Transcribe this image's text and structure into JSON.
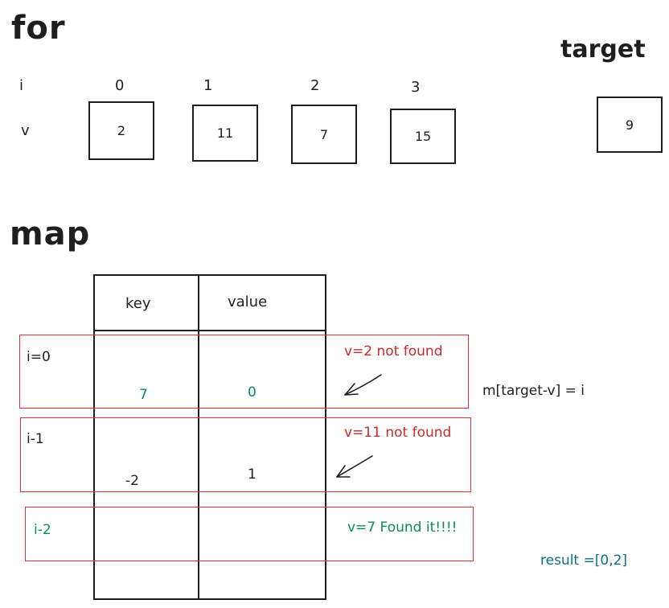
{
  "titles": {
    "for": "for",
    "map": "map",
    "target": "target"
  },
  "row_labels": {
    "i": "i",
    "v": "v"
  },
  "array": {
    "indices": [
      "0",
      "1",
      "2",
      "3"
    ],
    "values": [
      "2",
      "11",
      "7",
      "15"
    ]
  },
  "target_value": "9",
  "table": {
    "headers": {
      "key": "key",
      "value": "value"
    },
    "rows": [
      {
        "label": "i=0",
        "key": "7",
        "value": "0",
        "note": "v=2 not found"
      },
      {
        "label": "i-1",
        "key": "-2",
        "value": "1",
        "note": "v=11 not found"
      },
      {
        "label": "i-2",
        "key": "",
        "value": "",
        "note": "v=7 Found it!!!!"
      }
    ]
  },
  "formula": "m[target-v] = i",
  "result": "result =[0,2]",
  "colors": {
    "ink": "#1e1e1e",
    "red": "#e03131",
    "green": "#0c8a5f",
    "teal": "#0b7285"
  }
}
